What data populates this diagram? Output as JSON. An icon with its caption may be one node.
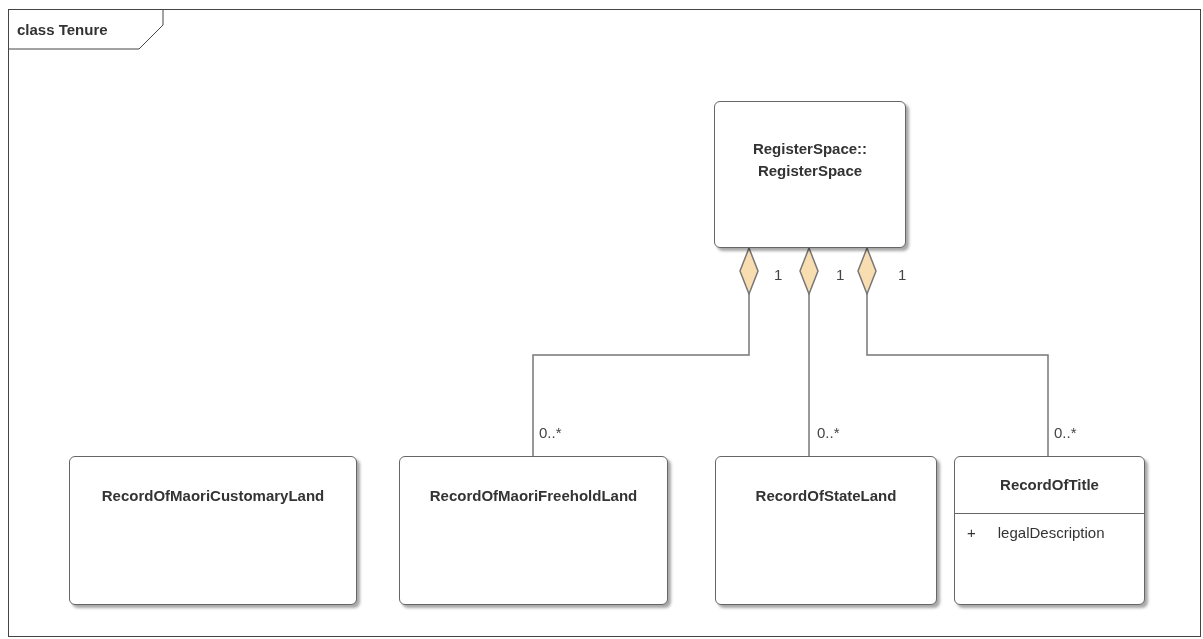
{
  "diagram": {
    "nodes": [
      {
        "text": [
          "class Tenure"
        ]
      },
      {
        "text": [
          "RegisterSpace:: RegisterSpace"
        ],
        "in": 0
      },
      {
        "text": [
          "RecordOfMaoriCustomaryLand"
        ],
        "in": 0
      },
      {
        "text": [
          "RecordOfMaoriFreeholdLand"
        ],
        "in": 0
      },
      {
        "text": [
          "RecordOfStateLand"
        ],
        "in": 0
      },
      {
        "text": [
          "RecordOfTitle",
          "+",
          "legalDescription"
        ],
        "in": 0
      }
    ],
    "edges": [
      {
        "from": 3,
        "to": 1,
        "arrow": "other"
      },
      {
        "from": 4,
        "to": 1,
        "arrow": "other"
      },
      {
        "from": 5,
        "to": 1,
        "arrow": "other"
      }
    ],
    "labels": [
      "1",
      "1",
      "1",
      "0..*",
      "0..*",
      "0..*"
    ]
  }
}
